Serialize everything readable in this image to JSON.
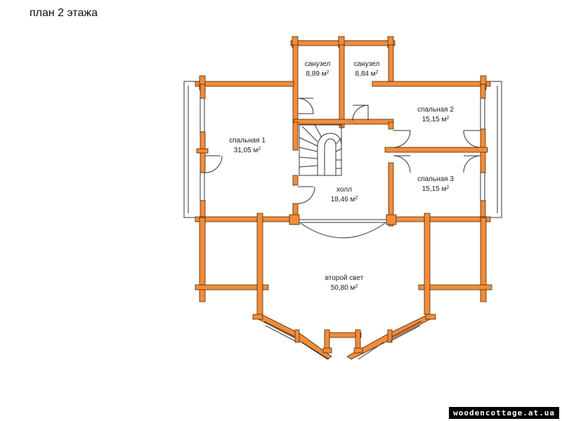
{
  "title": "план 2 этажа",
  "colors": {
    "wall": "#f28c3a",
    "wall_outline": "#4a2a0a",
    "line": "#333333"
  },
  "rooms": [
    {
      "id": "bathroom-1",
      "name": "санузел",
      "area": "8,89 м",
      "unit_sup": "2"
    },
    {
      "id": "bathroom-2",
      "name": "санузел",
      "area": "8,84 м",
      "unit_sup": "2"
    },
    {
      "id": "bedroom-1",
      "name": "спальная 1",
      "area": "31,05 м",
      "unit_sup": "2"
    },
    {
      "id": "bedroom-2",
      "name": "спальная 2",
      "area": "15,15 м",
      "unit_sup": "2"
    },
    {
      "id": "bedroom-3",
      "name": "спальная 3",
      "area": "15,15 м",
      "unit_sup": "2"
    },
    {
      "id": "hall",
      "name": "холл",
      "area": "18,46 м",
      "unit_sup": "2"
    },
    {
      "id": "second-light",
      "name": "второй свет",
      "area": "50,80 м",
      "unit_sup": "2"
    }
  ],
  "watermark": "woodencottage.at.ua"
}
